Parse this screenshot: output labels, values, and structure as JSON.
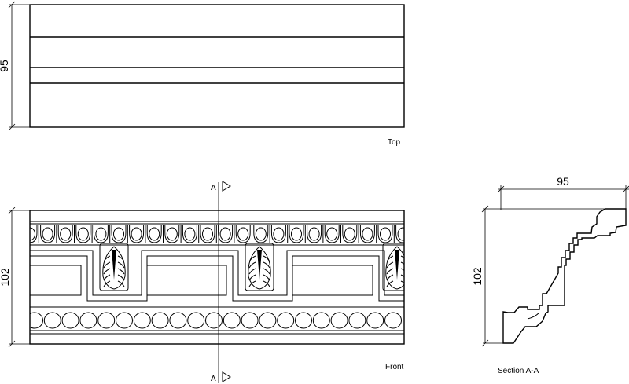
{
  "views": {
    "top": {
      "label": "Top",
      "depth_dimension": "95"
    },
    "front": {
      "label": "Front",
      "height_dimension": "102"
    },
    "section": {
      "label": "Section A-A",
      "width_dimension": "95",
      "height_dimension": "102"
    }
  },
  "section_marker": {
    "top": "A",
    "bottom": "A"
  }
}
